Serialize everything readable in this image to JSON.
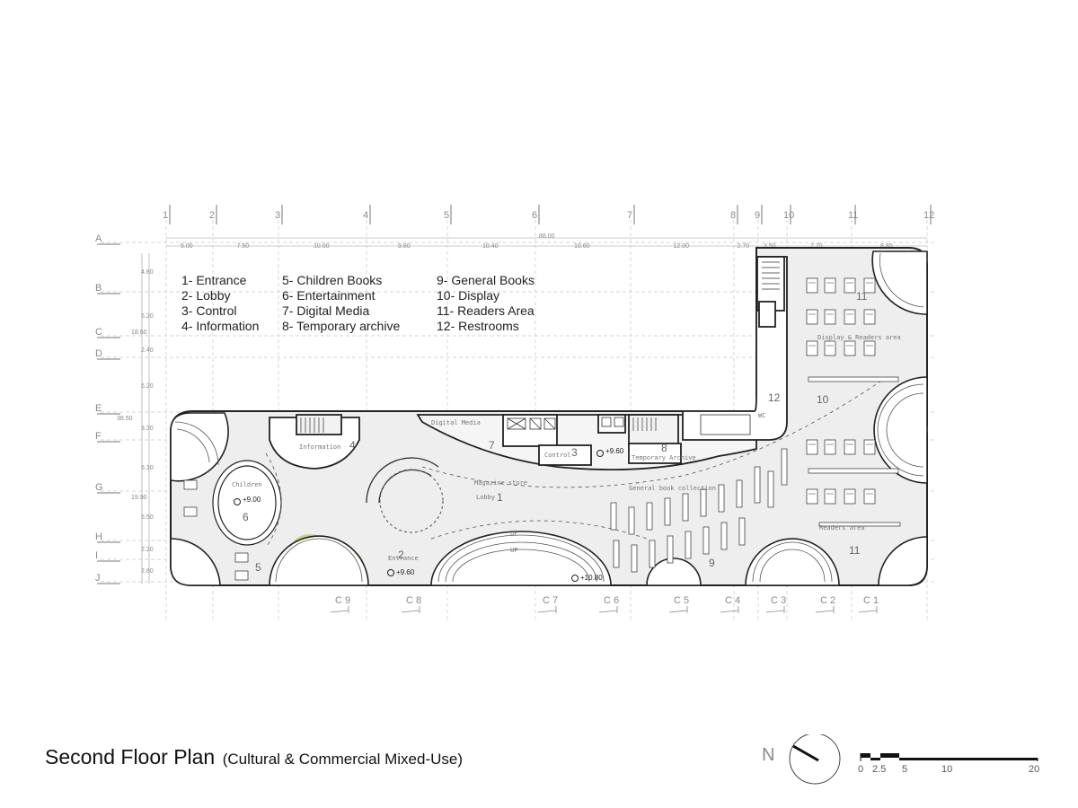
{
  "title": {
    "main": "Second Floor Plan",
    "subtitle": "(Cultural & Commercial Mixed-Use)"
  },
  "legend": {
    "col1": [
      "1- Entrance",
      "2- Lobby",
      "3- Control",
      "4- Information"
    ],
    "col2": [
      "5- Children Books",
      "6- Entertainment",
      "7- Digital Media",
      "8- Temporary archive"
    ],
    "col3": [
      "9- General Books",
      "10- Display",
      "11- Readers Area",
      "12- Restrooms"
    ]
  },
  "grid": {
    "columns": [
      "1",
      "2",
      "3",
      "4",
      "5",
      "6",
      "7",
      "8",
      "9",
      "10",
      "11",
      "12"
    ],
    "rows": [
      "A",
      "B",
      "C",
      "D",
      "E",
      "F",
      "G",
      "H",
      "I",
      "J"
    ],
    "column_dimensions": [
      "5.00",
      "7.50",
      "10.00",
      "9.80",
      "10.40",
      "10.60",
      "12.00",
      "2.70",
      "3.50",
      "7.70",
      "8.80"
    ],
    "overall_width": "88.00",
    "row_dimensions": [
      "4.80",
      "5.20",
      "2.40",
      "6.20",
      "3.30",
      "6.10",
      "5.50",
      "2.20",
      "2.80"
    ],
    "overall_height_upper": "18.60",
    "overall_height_lower": "19.90",
    "overall_height_total": "38.50"
  },
  "sections": [
    "C 9",
    "C 8",
    "C 7",
    "C 6",
    "C 5",
    "C 4",
    "C 3",
    "C 2",
    "C 1"
  ],
  "room_labels": {
    "digital_media": "Digital Media",
    "information": "Information",
    "children": "Children",
    "entrance": "Entrance",
    "lobby": "Lobby",
    "magazine": "Magazine store",
    "control": "Control",
    "temp_archive": "Temporary Archive",
    "general_collection": "General book collection",
    "display_readers": "Display & Readers area",
    "readers_area": "Readers area",
    "wc": "WC",
    "up": "UP"
  },
  "room_numbers": [
    "1",
    "2",
    "3",
    "4",
    "5",
    "6",
    "7",
    "8",
    "9",
    "10",
    "11",
    "12"
  ],
  "levels": [
    "+9.00",
    "+9.60",
    "+9.60",
    "+10.80"
  ],
  "north_label": "N",
  "scale": {
    "ticks": [
      "0",
      "2.5",
      "5",
      "10",
      "20"
    ]
  }
}
